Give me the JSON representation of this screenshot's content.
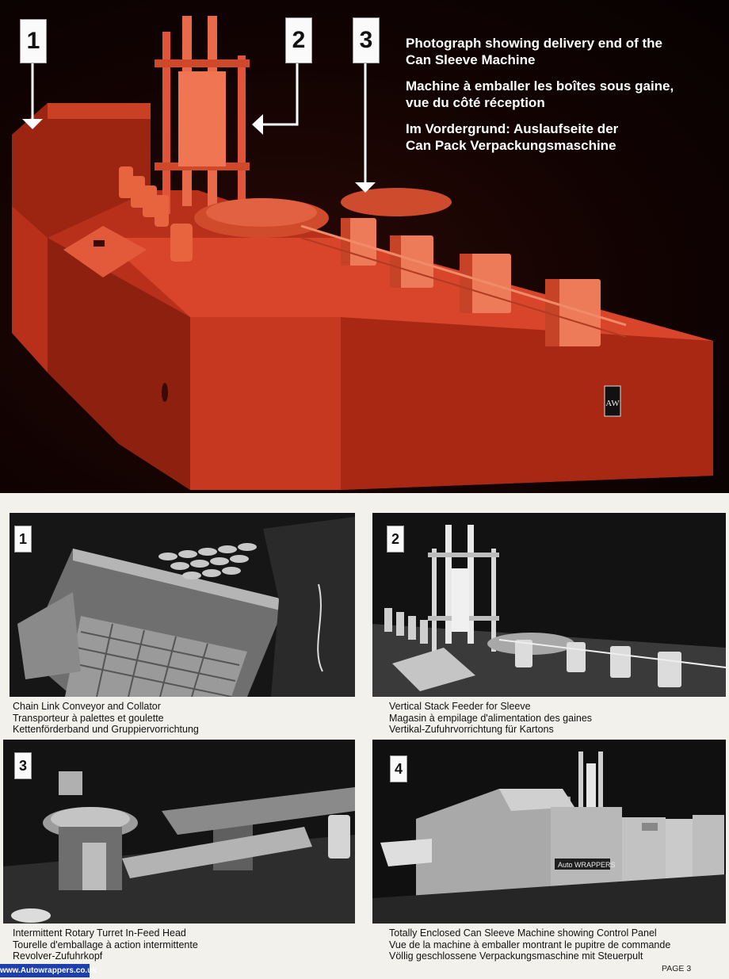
{
  "hero": {
    "markers": [
      "1",
      "2",
      "3"
    ],
    "caption_en": [
      "Photograph showing delivery end of the",
      "Can Sleeve Machine"
    ],
    "caption_fr": [
      "Machine à emballer les boîtes sous gaine,",
      "vue du côté réception"
    ],
    "caption_de": [
      "Im Vordergrund:  Auslaufseite der",
      "Can Pack Verpackungsmaschine"
    ]
  },
  "photos": [
    {
      "number": "1",
      "caption": [
        "Chain Link Conveyor and Collator",
        "Transporteur à palettes et goulette",
        "Kettenförderband und Gruppiervorrichtung"
      ]
    },
    {
      "number": "2",
      "caption": [
        "Vertical Stack Feeder for Sleeve",
        "Magasin à empilage d'alimentation des gaines",
        "Vertikal-Zufuhrvorrichtung für Kartons"
      ]
    },
    {
      "number": "3",
      "caption": [
        "Intermittent Rotary Turret In-Feed Head",
        "Tourelle d'emballage à action intermittente",
        "Revolver-Zufuhrkopf"
      ]
    },
    {
      "number": "4",
      "caption": [
        "Totally Enclosed Can Sleeve Machine showing Control Panel",
        "Vue de la machine à emballer montrant le pupitre de commande",
        "Völlig geschlossene Verpackungsmaschine mit Steuerpult"
      ]
    }
  ],
  "footer": {
    "website": "www.Autowrappers.co.uk",
    "page": "PAGE 3"
  }
}
